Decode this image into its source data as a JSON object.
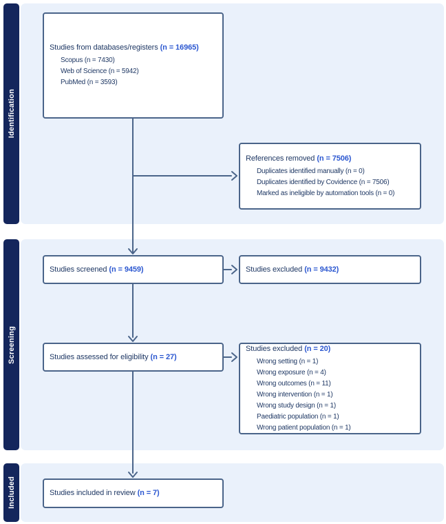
{
  "sidebar": {
    "identification": {
      "label": "Identification"
    },
    "screening": {
      "label": "Screening"
    },
    "included": {
      "label": "Included"
    }
  },
  "boxes": {
    "sources": {
      "title": "Studies from databases/registers",
      "n": "(n = 16965)",
      "items": [
        "Scopus (n = 7430)",
        "Web of Science (n = 5942)",
        "PubMed (n = 3593)"
      ]
    },
    "references_removed": {
      "title": "References removed",
      "n": "(n = 7506)",
      "items": [
        "Duplicates identified manually (n = 0)",
        "Duplicates identified by Covidence (n = 7506)",
        "Marked as ineligible by automation tools (n = 0)"
      ]
    },
    "screened": {
      "title": "Studies screened",
      "n": "(n = 9459)",
      "items": []
    },
    "excluded_screening": {
      "title": "Studies excluded",
      "n": "(n = 9432)",
      "items": []
    },
    "assessed": {
      "title": "Studies assessed for eligibility",
      "n": "(n = 27)",
      "items": []
    },
    "excluded_eligibility": {
      "title": "Studies excluded",
      "n": "(n = 20)",
      "items": [
        "Wrong setting (n = 1)",
        "Wrong exposure (n = 4)",
        "Wrong outcomes (n = 11)",
        "Wrong intervention (n = 1)",
        "Wrong study design (n = 1)",
        "Paediatric population (n = 1)",
        "Wrong patient population (n = 1)"
      ]
    },
    "included": {
      "title": "Studies included in review",
      "n": "(n = 7)",
      "items": []
    }
  },
  "colors": {
    "band_navy": "#14265c",
    "panel_blue": "#eaf1fb",
    "border_slate": "#4a6489",
    "text_navy": "#1f3864",
    "count_blue": "#2b57d0"
  }
}
